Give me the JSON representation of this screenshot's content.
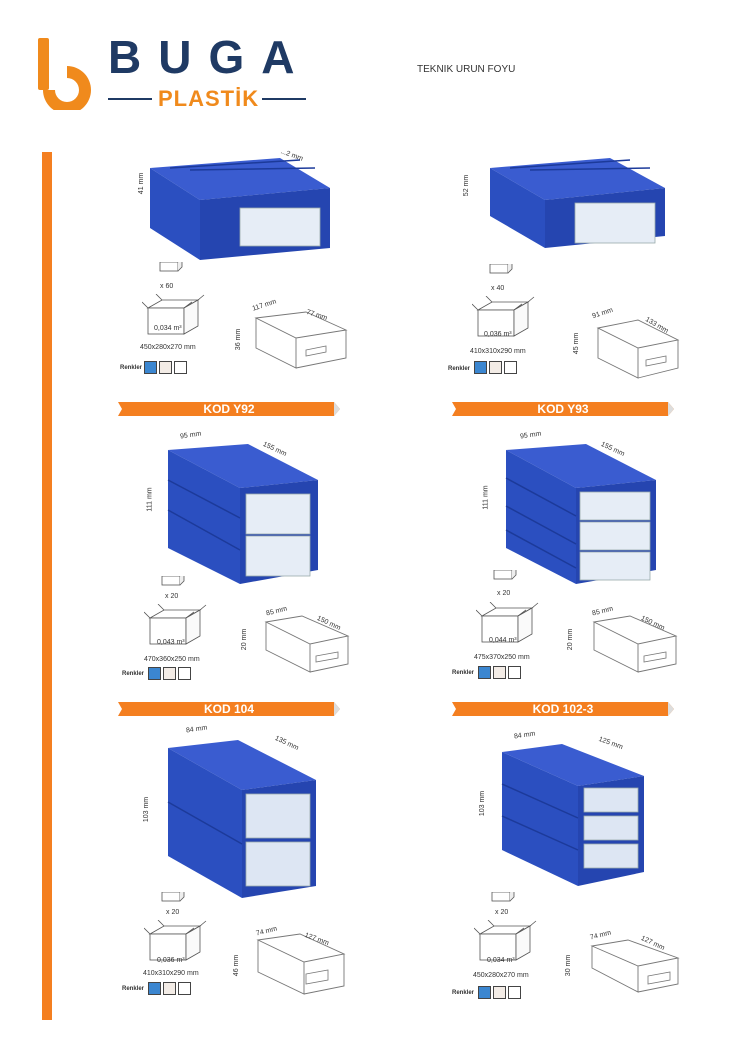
{
  "header": {
    "brand_name": "BUGA",
    "brand_sub": "PLASTİK",
    "doc_title": "TEKNIK URUN FOYU"
  },
  "colors": {
    "brand_blue": "#1f3a64",
    "accent_orange": "#f47f20",
    "product_blue": "#2b4fc0",
    "swatch_blue": "#3b86d0",
    "swatch_cream": "#f3ece6",
    "swatch_white": "#ffffff"
  },
  "renkler_label": "Renkler",
  "products": [
    {
      "code": "",
      "height": "41 mm",
      "length": "...2 mm",
      "width": "",
      "pack_qty": "x 60",
      "volume": "0,034 m³",
      "box_dims": "450x280x270 mm",
      "drawer_w": "117 mm",
      "drawer_l": "77 mm",
      "drawer_h": "36 mm"
    },
    {
      "code": "",
      "height": "52 mm",
      "length": "",
      "width": "",
      "pack_qty": "x 40",
      "volume": "0,036 m³",
      "box_dims": "410x310x290 mm",
      "drawer_w": "91 mm",
      "drawer_l": "133 mm",
      "drawer_h": "45 mm"
    },
    {
      "code": "KOD Y92",
      "height": "111 mm",
      "length": "155 mm",
      "width": "95 mm",
      "pack_qty": "x 20",
      "volume": "0,043 m³",
      "box_dims": "470x360x250 mm",
      "drawer_w": "85 mm",
      "drawer_l": "150 mm",
      "drawer_h": "20 mm"
    },
    {
      "code": "KOD Y93",
      "height": "111 mm",
      "length": "155 mm",
      "width": "95 mm",
      "pack_qty": "x 20",
      "volume": "0,044 m³",
      "box_dims": "475x370x250 mm",
      "drawer_w": "85 mm",
      "drawer_l": "150 mm",
      "drawer_h": "20 mm"
    },
    {
      "code": "KOD 104",
      "height": "103 mm",
      "length": "135 mm",
      "width": "84 mm",
      "pack_qty": "x 20",
      "volume": "0,036 m³",
      "box_dims": "410x310x290 mm",
      "drawer_w": "74 mm",
      "drawer_l": "127 mm",
      "drawer_h": "46 mm"
    },
    {
      "code": "KOD 102-3",
      "height": "103 mm",
      "length": "125 mm",
      "width": "84 mm",
      "pack_qty": "x 20",
      "volume": "0,034 m³",
      "box_dims": "450x280x270 mm",
      "drawer_w": "74 mm",
      "drawer_l": "127 mm",
      "drawer_h": "30 mm"
    }
  ]
}
